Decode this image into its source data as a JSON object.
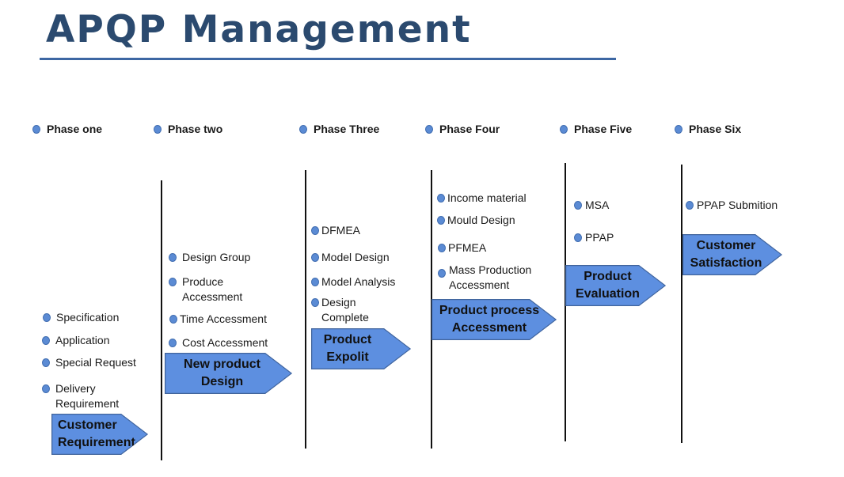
{
  "title": "APQP Management",
  "colors": {
    "title": "#2b4a6f",
    "accent": "#3d67a3",
    "arrow_fill": "#5d8fe0",
    "bullet": "#5b8bd4"
  },
  "phases": [
    {
      "label": "Phase one",
      "items": [
        "Specification",
        "Application",
        "Special Request",
        "Delivery\nRequirement"
      ],
      "arrow": "Customer\nRequirement"
    },
    {
      "label": "Phase two",
      "items": [
        "Design Group",
        "Produce\nAccessment",
        "Time Accessment",
        "Cost Accessment"
      ],
      "arrow": "New product\nDesign"
    },
    {
      "label": "Phase Three",
      "items": [
        "DFMEA",
        "Model Design",
        "Model Analysis",
        "Design\nComplete"
      ],
      "arrow": "Product\nExpolit"
    },
    {
      "label": "Phase Four",
      "items": [
        "Income material",
        "Mould Design",
        "PFMEA",
        "Mass Production\nAccessment"
      ],
      "arrow": "Product process\nAccessment"
    },
    {
      "label": "Phase Five",
      "items": [
        "MSA",
        "PPAP"
      ],
      "arrow": "Product\nEvaluation"
    },
    {
      "label": "Phase Six",
      "items": [
        "PPAP Submition"
      ],
      "arrow": "Customer\nSatisfaction"
    }
  ]
}
